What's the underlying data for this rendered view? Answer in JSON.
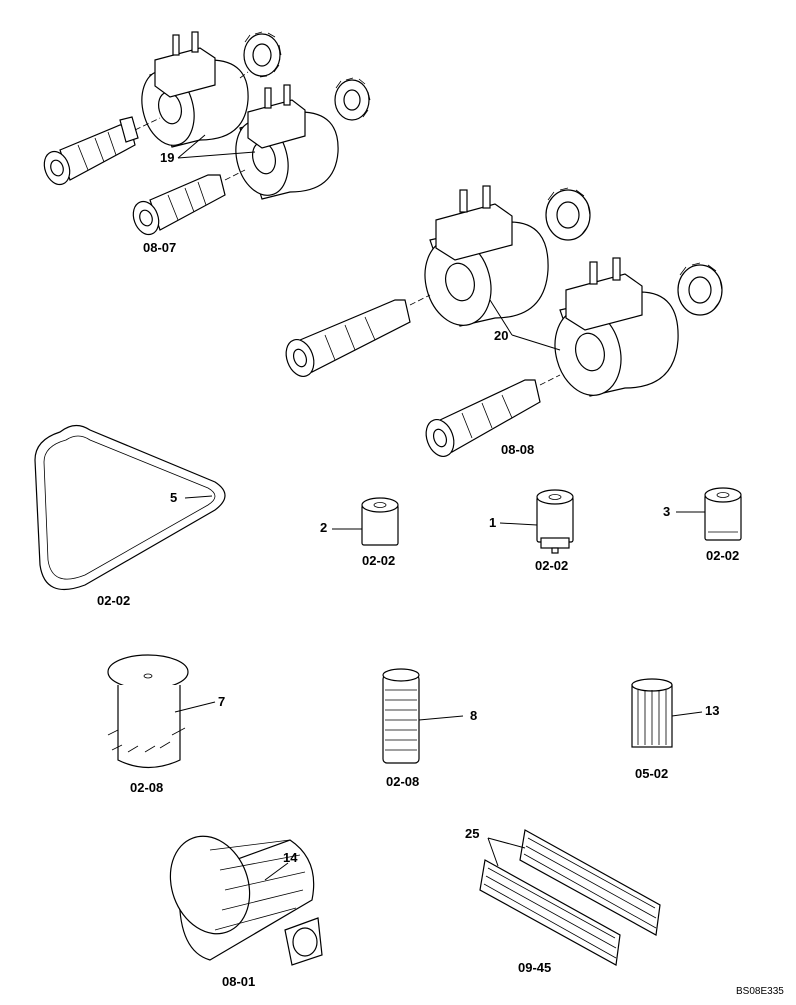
{
  "callouts": {
    "c19": "19",
    "c20": "20",
    "c5": "5",
    "c2": "2",
    "c1": "1",
    "c3": "3",
    "c7": "7",
    "c8": "8",
    "c13": "13",
    "c14": "14",
    "c25": "25"
  },
  "refs": {
    "r_solenoid_a": "08-07",
    "r_solenoid_b": "08-08",
    "r_belt": "02-02",
    "r_filter2": "02-02",
    "r_filter1": "02-02",
    "r_filter3": "02-02",
    "r_strainer": "02-08",
    "r_mesh": "02-08",
    "r_hydfilter": "05-02",
    "r_suction": "08-01",
    "r_pads": "09-45"
  },
  "image_code": "BS08E335"
}
